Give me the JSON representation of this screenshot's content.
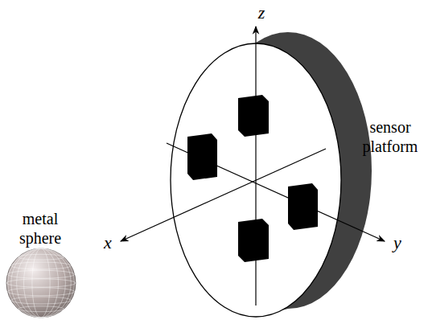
{
  "diagram": {
    "labels": [
      "z",
      "x",
      "y",
      "metal sphere",
      "sensor platform"
    ]
  }
}
